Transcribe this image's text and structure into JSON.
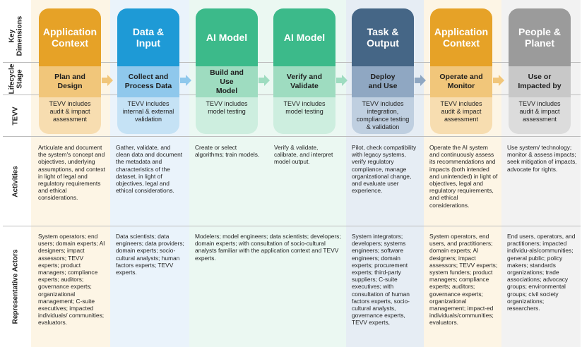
{
  "row_labels": {
    "key_dimensions": "Key Dimensions",
    "lifecycle_stage": "Lifecycle Stage",
    "tevv": "TEVV",
    "activities": "Activities",
    "actors": "Representative Actors"
  },
  "colors": {
    "orange": "#e6a227",
    "orange_mid": "#f1c67a",
    "orange_light": "#f7ddb0",
    "orange_bg": "#fdf5e5",
    "blue": "#1e9ad6",
    "blue_mid": "#8fc8ec",
    "blue_light": "#c5e2f5",
    "blue_bg": "#eaf3fb",
    "green": "#3cba8a",
    "green_mid": "#9edcc0",
    "green_light": "#cdeedf",
    "green_bg": "#ebf8f2",
    "navy": "#456686",
    "navy_mid": "#8fa7c2",
    "navy_light": "#bfcfe0",
    "navy_bg": "#e6edf4",
    "gray": "#9b9b9b",
    "gray_mid": "#c8c8c8",
    "gray_light": "#dcdcdc",
    "gray_bg": "#f2f2f2"
  },
  "columns": [
    {
      "dimension": "Application Context",
      "stage": "Plan and Design",
      "tevv": "TEVV includes audit & impact assessment",
      "activities": "Articulate and document the system's concept and objectives, underlying assumptions, and context in light of legal and regulatory requirements and ethical considerations.",
      "actors": "System operators; end users; domain experts; AI designers; impact assessors; TEVV experts; product managers; compliance experts; auditors; governance experts; organizational management; C-suite executives; impacted individuals/ communities; evaluators."
    },
    {
      "dimension": "Data & Input",
      "stage": "Collect and Process Data",
      "tevv": "TEVV includes internal & external validation",
      "activities": "Gather, validate, and clean data and document the metadata and characteristics of the dataset, in light of objectives, legal and ethical considerations.",
      "actors": "Data scientists; data engineers; data providers; domain experts; socio-cultural analysts; human factors experts; TEVV experts."
    },
    {
      "dimension": "AI Model",
      "stage": "Build and Use Model",
      "tevv": "TEVV includes model testing",
      "activities": "Create or select algorithms; train models.",
      "actors": ""
    },
    {
      "dimension": "AI Model",
      "stage": "Verify and Validate",
      "tevv": "TEVV includes model testing",
      "activities": "Verify & validate, calibrate, and interpret model output.",
      "actors": ""
    },
    {
      "dimension": "Task & Output",
      "stage": "Deploy and Use",
      "tevv": "TEVV includes integration, compliance testing & validation",
      "activities": "Pilot, check compatibility with legacy systems, verify regulatory compliance, manage organizational change, and evaluate user experience.",
      "actors": "System integrators; developers; systems engineers; software engineers; domain experts; procurement experts; third-party suppliers; C-suite executives; with consultation of human factors experts, socio-cultural analysts, governance experts, TEVV experts,"
    },
    {
      "dimension": "Application Context",
      "stage": "Operate and Monitor",
      "tevv": "TEVV includes audit & impact assessment",
      "activities": "Operate the AI system and continuously assess its recommendations and impacts (both intended and unintended) in light of objectives, legal and regulatory requirements, and ethical considerations.",
      "actors": "System operators, end users, and practitioners; domain experts; AI designers; impact assessors; TEVV experts; system funders; product managers; compliance experts; auditors; governance experts; organizational management; impact-ed individuals/communities; evaluators."
    },
    {
      "dimension": "People & Planet",
      "stage": "Use or Impacted by",
      "tevv": "TEVV includes audit & impact assessment",
      "activities": "Use system/ technology; monitor & assess impacts; seek mitigation of impacts, advocate for rights.",
      "actors": "End users, operators, and practitioners; impacted individu-als/communities; general public; policy makers; standards organizations; trade associations; advocacy groups; environmental groups; civil society organizations; researchers."
    }
  ],
  "shared_actors_ai_model": "Modelers; model engineers; data scientists; developers; domain experts; with consultation of socio-cultural analysts familiar with the application context and TEVV experts."
}
